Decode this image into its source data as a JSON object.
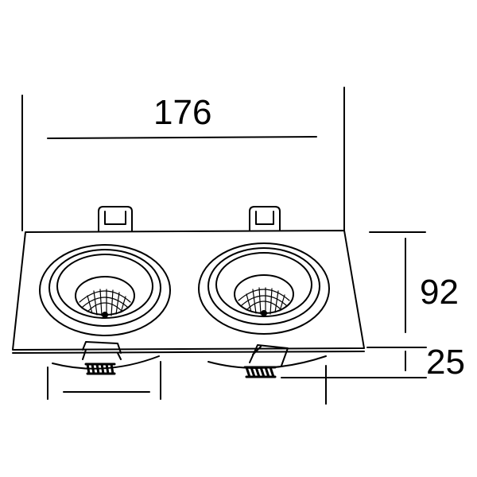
{
  "dimensions": {
    "width": "176",
    "height": "92",
    "depth": "25"
  },
  "colors": {
    "line": "#000000",
    "background": "#ffffff"
  }
}
